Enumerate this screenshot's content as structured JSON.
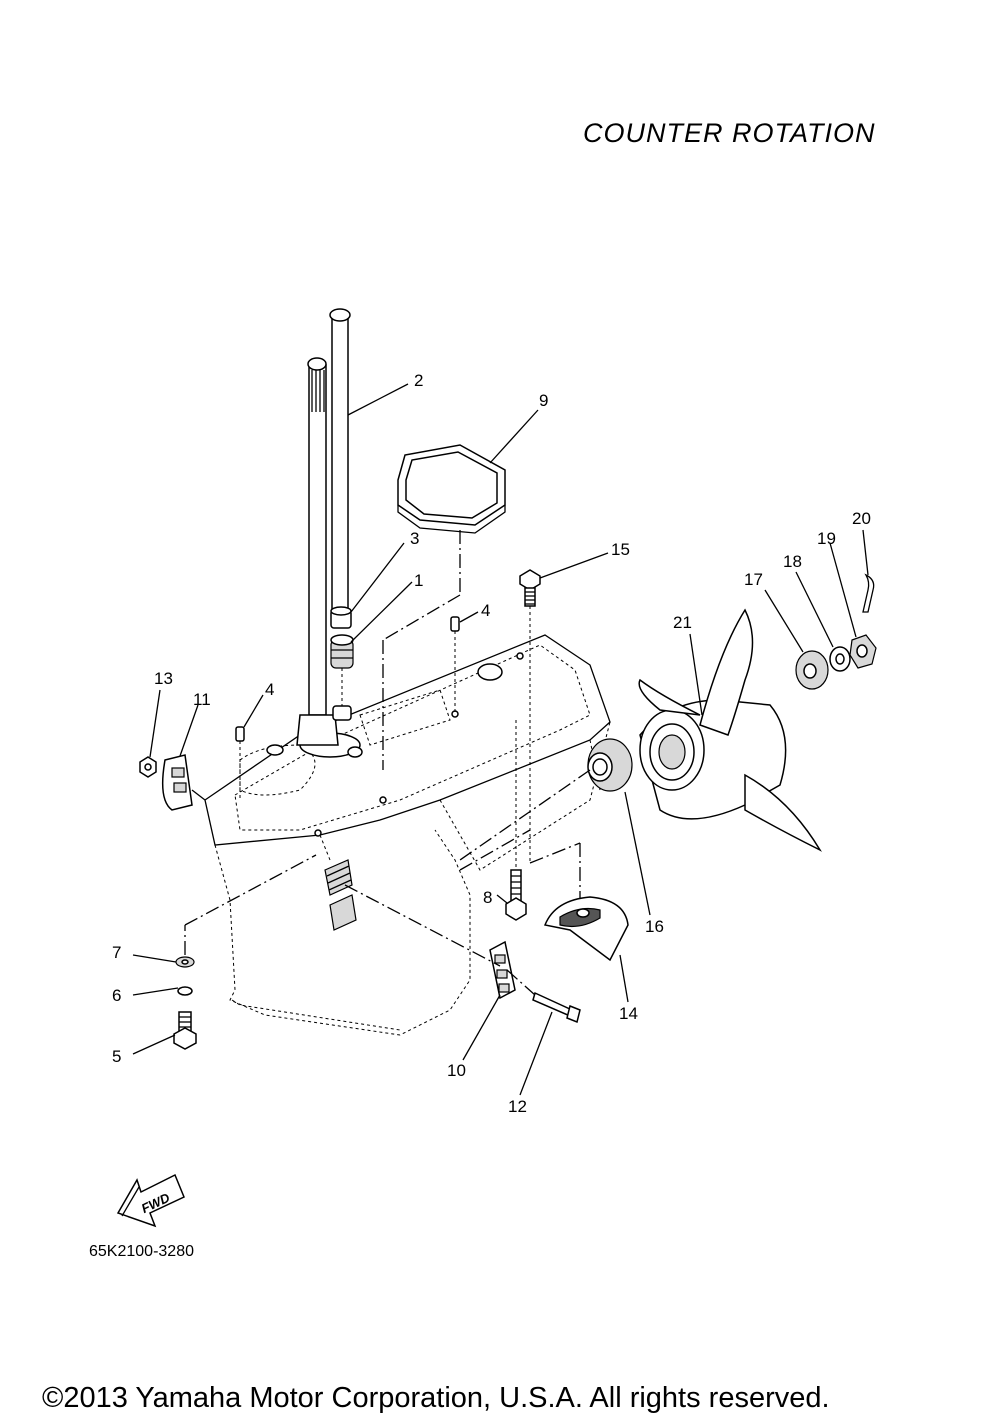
{
  "title": "COUNTER  ROTATION",
  "diagram_code": "65K2100-3280",
  "fwd_label": "FWD",
  "copyright": "©2013 Yamaha Motor Corporation, U.S.A. All rights reserved.",
  "callouts": {
    "c1": "1",
    "c2": "2",
    "c3": "3",
    "c4a": "4",
    "c4b": "4",
    "c5": "5",
    "c6": "6",
    "c7": "7",
    "c8": "8",
    "c9": "9",
    "c10": "10",
    "c11": "11",
    "c12": "12",
    "c13": "13",
    "c14": "14",
    "c15": "15",
    "c16": "16",
    "c17": "17",
    "c18": "18",
    "c19": "19",
    "c20": "20",
    "c21": "21"
  }
}
